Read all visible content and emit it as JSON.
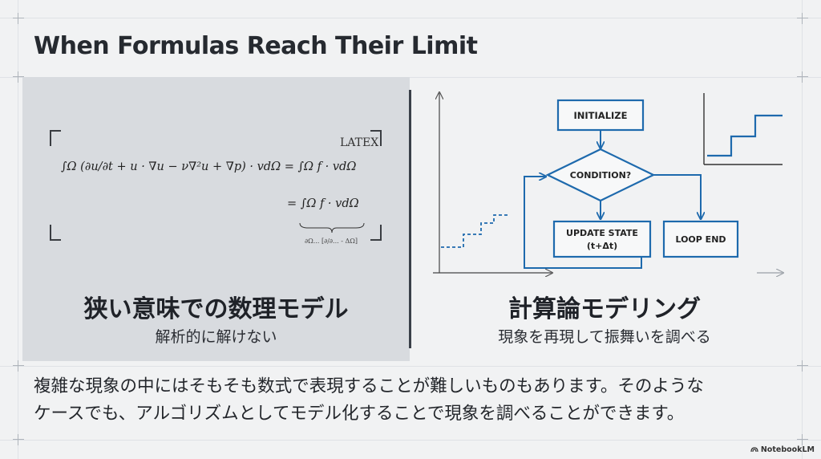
{
  "slide": {
    "title": "When Formulas Reach Their Limit",
    "brand": "NotebookLM",
    "brand_icon": "notebook-icon"
  },
  "left_panel": {
    "heading": "狭い意味での数理モデル",
    "subheading": "解析的に解けない",
    "latex_label": "LATEX",
    "formula_line1": "∫Ω (∂u/∂t + u · ∇u − ν∇²u + ∇p) · vdΩ = ∫Ω f · vdΩ",
    "formula_line2": "= ∫Ω f · vdΩ",
    "formula_footnote": "∂Ω... [∂/∂... - ΔΩ]"
  },
  "right_panel": {
    "heading": "計算論モデリング",
    "subheading": "現象を再現して振舞いを調べる",
    "flowchart": {
      "nodes": {
        "initialize": "INITIALIZE",
        "condition": "CONDITION?",
        "update_line1": "UPDATE STATE",
        "update_line2": "(t+Δt)",
        "loop_end": "LOOP END"
      }
    }
  },
  "body": {
    "line1": "複雑な現象の中にはそもそも数式で表現することが難しいものもあります。そのような",
    "line2": "ケースでも、アルゴリズムとしてモデル化することで現象を調べることができます。"
  },
  "colors": {
    "background": "#f1f2f3",
    "left_panel": "#d8dbdf",
    "flow_blue": "#1e6aad",
    "text_dark": "#23262b"
  }
}
